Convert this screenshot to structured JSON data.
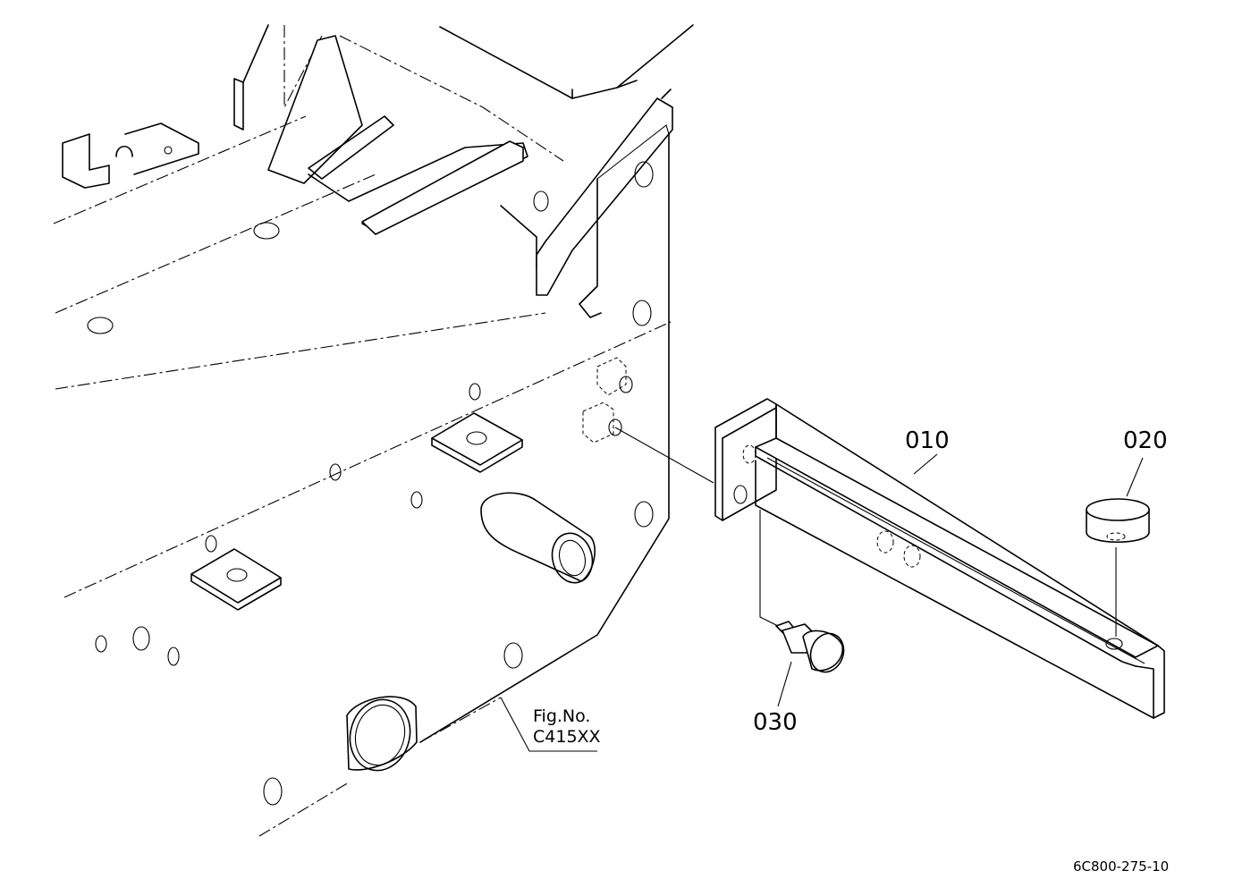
{
  "parts": [
    {
      "id": "010",
      "description": "bracket"
    },
    {
      "id": "020",
      "description": "cap"
    },
    {
      "id": "030",
      "description": "grease fitting"
    }
  ],
  "figure_reference": {
    "line1": "Fig.No.",
    "line2": "C415XX"
  },
  "drawing_code": "6C800-275-10"
}
